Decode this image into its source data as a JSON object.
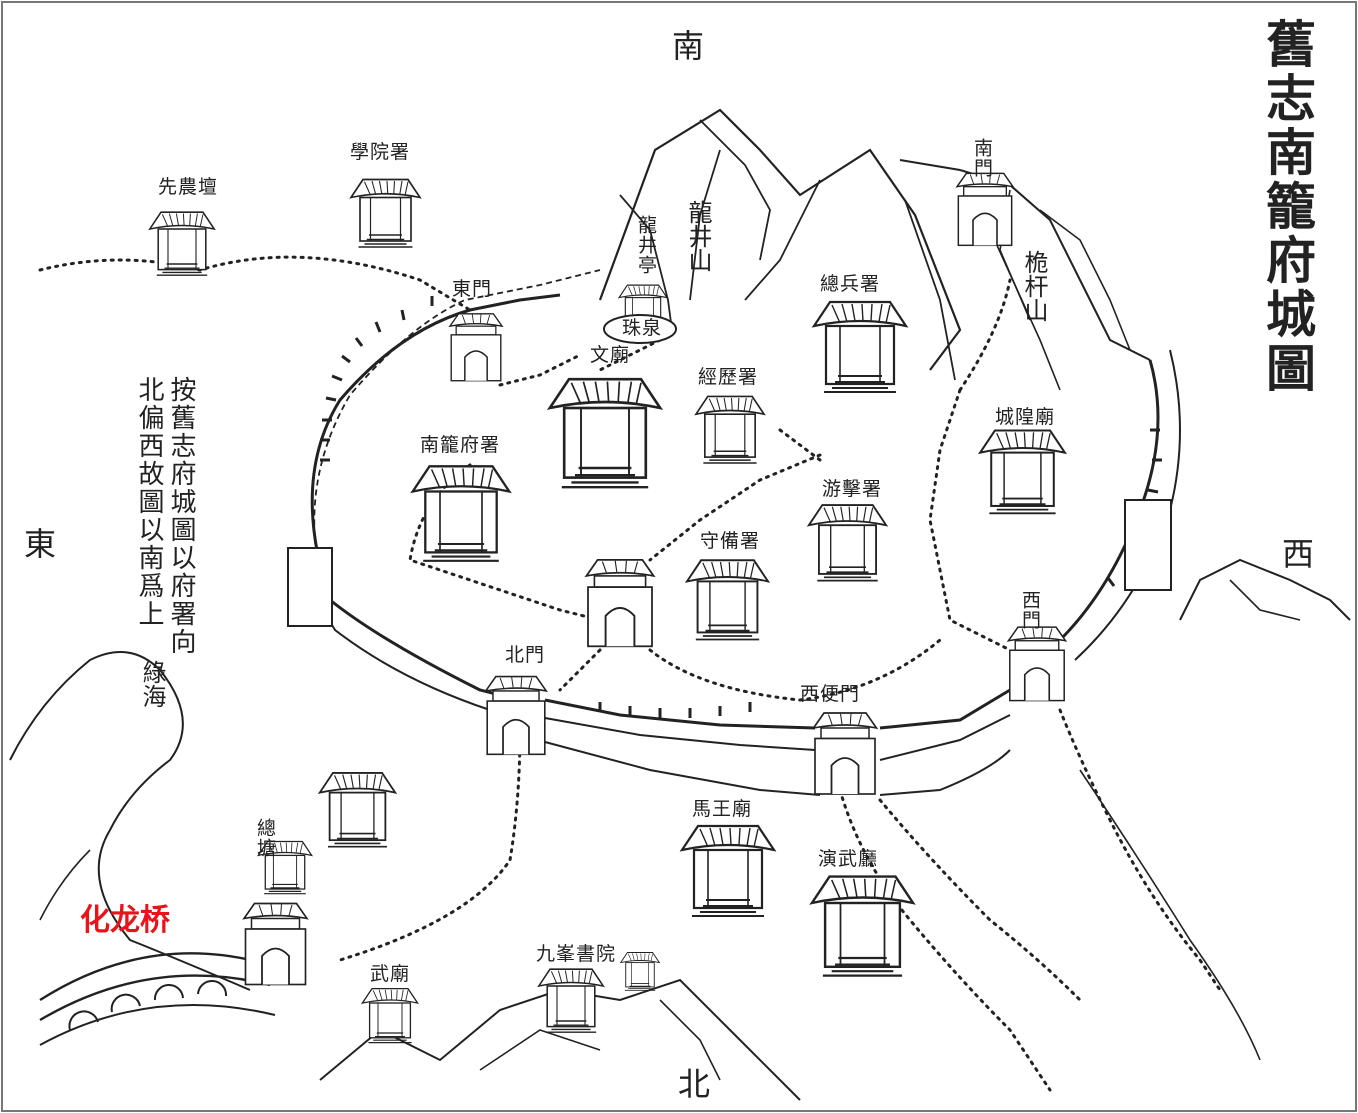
{
  "title": "舊志南籠府城圖",
  "directions": {
    "south": "南",
    "east": "東",
    "west": "西",
    "north": "北"
  },
  "note": [
    "按舊志府城圖以府署向",
    "北偏西故圖以南爲上"
  ],
  "water": "綠海",
  "labels": {
    "xiannong": "先農壇",
    "xueyuan": "學院署",
    "dongmen": "東門",
    "longjing_ting": "龍井亭",
    "longjing_shan": "龍井山",
    "zhuquan": "珠泉",
    "nanmen": "南門",
    "zongbing": "總兵署",
    "weigan_shan": "桅杆山",
    "wenmiao": "文廟",
    "jingli": "經歷署",
    "fushu": "南籠府署",
    "chenghuang": "城隍廟",
    "youji": "游擊署",
    "shoubei": "守備署",
    "ximen": "西門",
    "beimen": "北門",
    "xibianmen": "西便門",
    "mawang": "馬王廟",
    "zongtang": "總塘",
    "yanwu": "演武廳",
    "jiufeng": "九峯書院",
    "wumiao": "武廟",
    "hualong": "化龙桥"
  },
  "colors": {
    "ink": "#222222",
    "accent": "#e8141b",
    "paper": "#ffffff"
  }
}
